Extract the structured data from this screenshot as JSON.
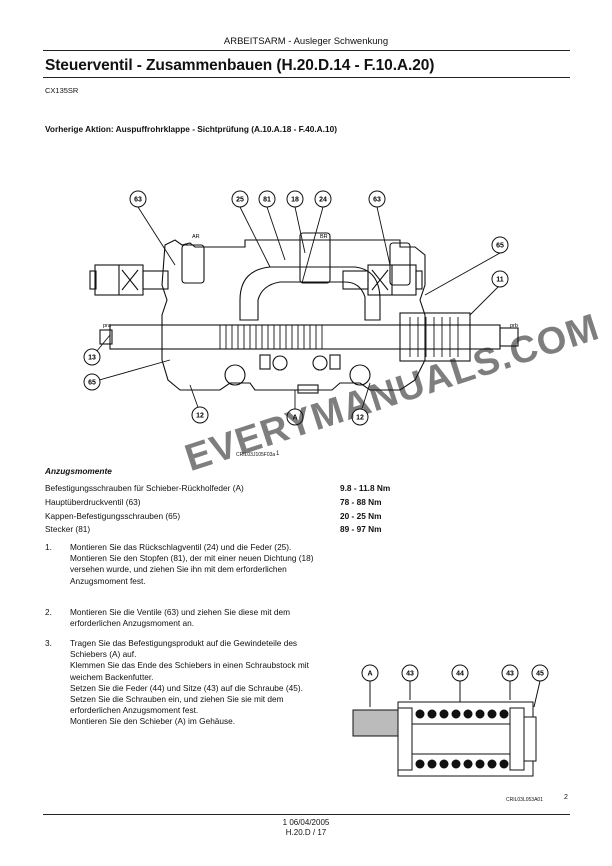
{
  "header": {
    "section": "ARBEITSARM - Ausleger Schwenkung"
  },
  "title": "Steuerventil - Zusammenbauen (H.20.D.14 - F.10.A.20)",
  "model": "CX135SR",
  "previous_action": "Vorherige Aktion: Auspuffrohrklappe - Sichtprüfung (A.10.A.18 - F.40.A.10)",
  "figure1": {
    "callouts": [
      "63",
      "25",
      "81",
      "18",
      "24",
      "63",
      "65",
      "11",
      "13",
      "65",
      "12",
      "A",
      "12"
    ],
    "labels": {
      "ar": "AR",
      "br": "BR",
      "pra": "pra",
      "prb": "prb"
    },
    "code": "CRIL03J105F03a",
    "number": "1"
  },
  "torque": {
    "title": "Anzugsmomente",
    "rows": [
      {
        "label": "Befestigungsschrauben für Schieber-Rückholfeder (A)",
        "value": "9.8 - 11.8 Nm"
      },
      {
        "label": "Hauptüberdruckventil (63)",
        "value": "78 - 88 Nm"
      },
      {
        "label": "Kappen-Befestigungsschrauben (65)",
        "value": "20 - 25 Nm"
      },
      {
        "label": "Stecker (81)",
        "value": "89 - 97 Nm"
      }
    ]
  },
  "steps": [
    {
      "num": "1.",
      "lines": [
        "Montieren Sie das Rückschlagventil (24) und die Feder (25).",
        "Montieren Sie den Stopfen (81), der mit einer neuen Dichtung (18) versehen wurde, und ziehen Sie ihn mit dem erforderlichen Anzugsmoment fest."
      ]
    },
    {
      "num": "2.",
      "lines": [
        "Montieren Sie die Ventile (63) und ziehen Sie diese mit dem erforderlichen Anzugsmoment an."
      ]
    },
    {
      "num": "3.",
      "lines": [
        "Tragen Sie das Befestigungsprodukt auf die Gewindeteile des Schiebers (A) auf.",
        "Klemmen Sie das Ende des Schiebers in einen Schraubstock mit weichem Backenfutter.",
        "Setzen Sie die Feder (44) und Sitze (43) auf die Schraube (45).",
        "Setzen Sie die Schrauben ein, und ziehen Sie sie mit dem erforderlichen Anzugsmoment fest.",
        "Montieren Sie den Schieber (A) im Gehäuse."
      ]
    }
  ],
  "figure2": {
    "callouts": [
      "A",
      "43",
      "44",
      "43",
      "45"
    ],
    "code": "CRIL03L053A01",
    "number": "2"
  },
  "watermark": "EVERYMANUALS.COM",
  "footer": {
    "line1": "1 06/04/2005",
    "line2": "H.20.D / 17"
  }
}
